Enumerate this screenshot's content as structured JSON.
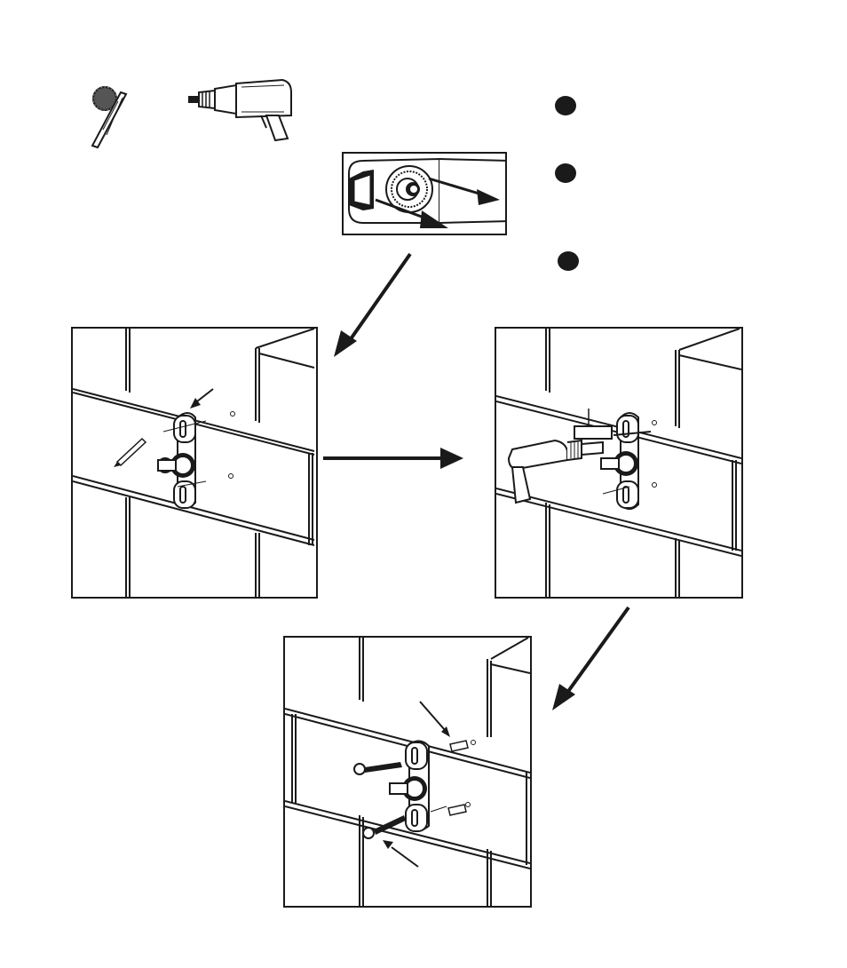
{
  "tools": [
    {
      "name": "masonry-drill-bit"
    },
    {
      "name": "power-drill"
    }
  ],
  "steps": [
    {
      "marker": "step-1"
    },
    {
      "marker": "step-2"
    },
    {
      "marker": "step-3"
    }
  ],
  "panels": [
    {
      "name": "remove-cover-detail"
    },
    {
      "name": "mark-holes-panel"
    },
    {
      "name": "drill-holes-panel"
    },
    {
      "name": "screw-bracket-panel"
    }
  ],
  "colors": {
    "ink": "#1a1a1a",
    "paper": "#ffffff",
    "mortar": "#3a3a3a"
  }
}
